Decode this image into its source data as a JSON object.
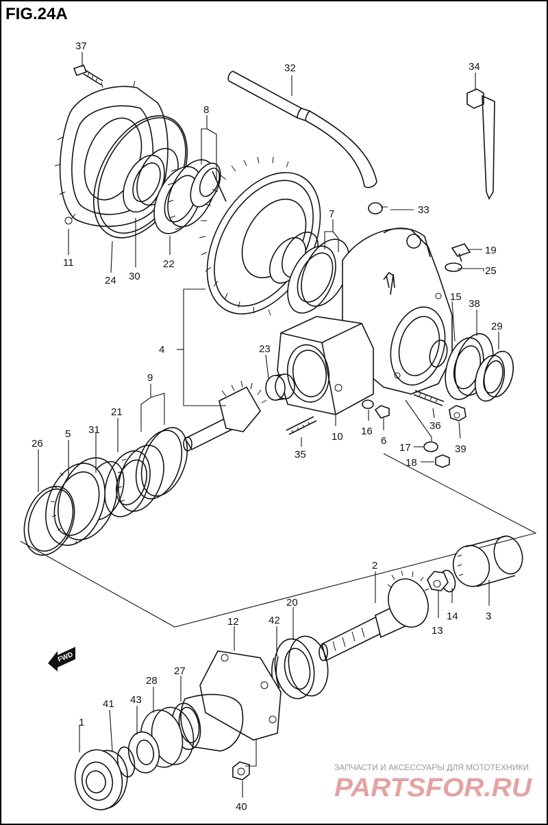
{
  "title": "FIG.24A",
  "fwd_label": "FWD",
  "watermark": {
    "caption": "ЗАПЧАСТИ И АКСЕССУАРЫ ДЛЯ МОТОТЕХНИКИ",
    "logo": "PARTSFOR.RU"
  },
  "callouts": [
    "1",
    "2",
    "3",
    "4",
    "5",
    "6",
    "7",
    "8",
    "9",
    "10",
    "11",
    "12",
    "13",
    "14",
    "15",
    "16",
    "17",
    "18",
    "19",
    "20",
    "21",
    "22",
    "23",
    "24",
    "25",
    "26",
    "27",
    "28",
    "29",
    "30",
    "31",
    "32",
    "33",
    "34",
    "35",
    "36",
    "37",
    "38",
    "39",
    "40",
    "41",
    "42",
    "43"
  ]
}
